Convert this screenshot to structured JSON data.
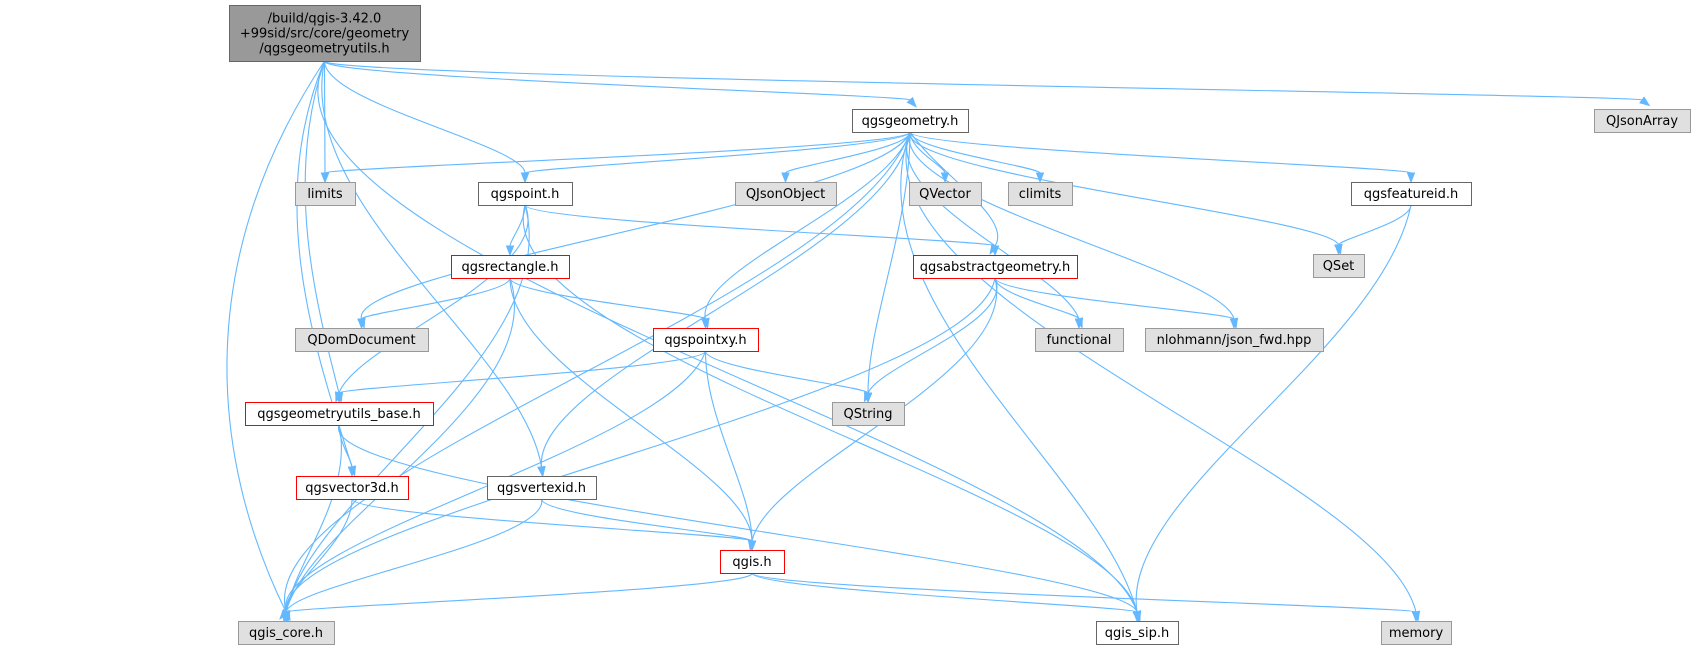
{
  "colors": {
    "edge": "#63b8ff",
    "root_fill": "#999999",
    "root_border": "#666666",
    "doc_fill": "#ffffff",
    "doc_border": "#666666",
    "ext_fill": "#e0e0e0",
    "ext_border": "#999999",
    "trunc_fill": "#ffffff",
    "trunc_border": "#ff0000",
    "text": "#000000"
  },
  "nodes": [
    {
      "id": "root",
      "lines": [
        "/build/qgis-3.42.0",
        "+99sid/src/core/geometry",
        "/qgsgeometryutils.h"
      ],
      "kind": "root"
    },
    {
      "id": "qgsgeometry",
      "lines": [
        "qgsgeometry.h"
      ],
      "kind": "doc"
    },
    {
      "id": "QJsonArray",
      "lines": [
        "QJsonArray"
      ],
      "kind": "ext"
    },
    {
      "id": "limits",
      "lines": [
        "limits"
      ],
      "kind": "ext"
    },
    {
      "id": "qgspoint",
      "lines": [
        "qgspoint.h"
      ],
      "kind": "doc"
    },
    {
      "id": "QJsonObject",
      "lines": [
        "QJsonObject"
      ],
      "kind": "ext"
    },
    {
      "id": "QVector",
      "lines": [
        "QVector"
      ],
      "kind": "ext"
    },
    {
      "id": "climits",
      "lines": [
        "climits"
      ],
      "kind": "ext"
    },
    {
      "id": "qgsfeatureid",
      "lines": [
        "qgsfeatureid.h"
      ],
      "kind": "doc"
    },
    {
      "id": "QSet",
      "lines": [
        "QSet"
      ],
      "kind": "ext"
    },
    {
      "id": "qgsrectangle",
      "lines": [
        "qgsrectangle.h"
      ],
      "kind": "trunc"
    },
    {
      "id": "qgsabstractgeometry",
      "lines": [
        "qgsabstractgeometry.h"
      ],
      "kind": "trunc"
    },
    {
      "id": "QDomDocument",
      "lines": [
        "QDomDocument"
      ],
      "kind": "ext"
    },
    {
      "id": "qgspointxy",
      "lines": [
        "qgspointxy.h"
      ],
      "kind": "trunc"
    },
    {
      "id": "functional",
      "lines": [
        "functional"
      ],
      "kind": "ext"
    },
    {
      "id": "nlohmann",
      "lines": [
        "nlohmann/json_fwd.hpp"
      ],
      "kind": "ext"
    },
    {
      "id": "qgsgeometryutils_base",
      "lines": [
        "qgsgeometryutils_base.h"
      ],
      "kind": "trunc"
    },
    {
      "id": "QString",
      "lines": [
        "QString"
      ],
      "kind": "ext"
    },
    {
      "id": "qgsvector3d",
      "lines": [
        "qgsvector3d.h"
      ],
      "kind": "trunc"
    },
    {
      "id": "qgsvertexid",
      "lines": [
        "qgsvertexid.h"
      ],
      "kind": "doc"
    },
    {
      "id": "qgis",
      "lines": [
        "qgis.h"
      ],
      "kind": "trunc"
    },
    {
      "id": "qgis_core",
      "lines": [
        "qgis_core.h"
      ],
      "kind": "ext"
    },
    {
      "id": "qgis_sip",
      "lines": [
        "qgis_sip.h"
      ],
      "kind": "doc"
    },
    {
      "id": "memory",
      "lines": [
        "memory"
      ],
      "kind": "ext"
    }
  ],
  "edges": [
    {
      "from": "root",
      "to": "qgis_core"
    },
    {
      "from": "root",
      "to": "qgsvector3d"
    },
    {
      "from": "root",
      "to": "qgsgeometryutils_base"
    },
    {
      "from": "root",
      "to": "qgsvertexid"
    },
    {
      "from": "root",
      "to": "limits"
    },
    {
      "from": "root",
      "to": "qgspoint"
    },
    {
      "from": "root",
      "to": "qgsgeometry"
    },
    {
      "from": "root",
      "to": "qgis_sip"
    },
    {
      "from": "root",
      "to": "QJsonArray"
    },
    {
      "from": "qgsgeometry",
      "to": "limits"
    },
    {
      "from": "qgsgeometry",
      "to": "qgis_core"
    },
    {
      "from": "qgsgeometry",
      "to": "QDomDocument"
    },
    {
      "from": "qgsgeometry",
      "to": "qgspoint"
    },
    {
      "from": "qgsgeometry",
      "to": "qgsvertexid"
    },
    {
      "from": "qgsgeometry",
      "to": "qgspointxy"
    },
    {
      "from": "qgsgeometry",
      "to": "QJsonObject"
    },
    {
      "from": "qgsgeometry",
      "to": "QString"
    },
    {
      "from": "qgsgeometry",
      "to": "QVector"
    },
    {
      "from": "qgsgeometry",
      "to": "climits"
    },
    {
      "from": "qgsgeometry",
      "to": "qgsabstractgeometry"
    },
    {
      "from": "qgsgeometry",
      "to": "functional"
    },
    {
      "from": "qgsgeometry",
      "to": "nlohmann"
    },
    {
      "from": "qgsgeometry",
      "to": "qgis_sip"
    },
    {
      "from": "qgsgeometry",
      "to": "QSet"
    },
    {
      "from": "qgsgeometry",
      "to": "qgsfeatureid"
    },
    {
      "from": "qgsgeometry",
      "to": "memory"
    },
    {
      "from": "qgspoint",
      "to": "qgis_core"
    },
    {
      "from": "qgspoint",
      "to": "qgsgeometryutils_base"
    },
    {
      "from": "qgspoint",
      "to": "qgsrectangle"
    },
    {
      "from": "qgspoint",
      "to": "qgsabstractgeometry"
    },
    {
      "from": "qgspoint",
      "to": "qgis_sip"
    },
    {
      "from": "qgsfeatureid",
      "to": "QSet"
    },
    {
      "from": "qgsfeatureid",
      "to": "qgis_sip"
    },
    {
      "from": "qgsrectangle",
      "to": "QDomDocument"
    },
    {
      "from": "qgsrectangle",
      "to": "qgis_core"
    },
    {
      "from": "qgsrectangle",
      "to": "qgspointxy"
    },
    {
      "from": "qgsrectangle",
      "to": "qgis"
    },
    {
      "from": "qgsabstractgeometry",
      "to": "QString"
    },
    {
      "from": "qgsabstractgeometry",
      "to": "qgis"
    },
    {
      "from": "qgsabstractgeometry",
      "to": "qgis_core"
    },
    {
      "from": "qgsabstractgeometry",
      "to": "functional"
    },
    {
      "from": "qgsabstractgeometry",
      "to": "nlohmann"
    },
    {
      "from": "qgspointxy",
      "to": "qgsgeometryutils_base"
    },
    {
      "from": "qgspointxy",
      "to": "qgis_core"
    },
    {
      "from": "qgspointxy",
      "to": "qgis"
    },
    {
      "from": "qgspointxy",
      "to": "QString"
    },
    {
      "from": "qgsgeometryutils_base",
      "to": "qgis_core"
    },
    {
      "from": "qgsgeometryutils_base",
      "to": "qgsvector3d"
    },
    {
      "from": "qgsgeometryutils_base",
      "to": "qgis_sip"
    },
    {
      "from": "qgsvector3d",
      "to": "qgis_core"
    },
    {
      "from": "qgsvector3d",
      "to": "qgis"
    },
    {
      "from": "qgsvertexid",
      "to": "qgis_core"
    },
    {
      "from": "qgsvertexid",
      "to": "qgis"
    },
    {
      "from": "qgis",
      "to": "qgis_core"
    },
    {
      "from": "qgis",
      "to": "qgis_sip"
    },
    {
      "from": "qgis",
      "to": "memory"
    }
  ]
}
